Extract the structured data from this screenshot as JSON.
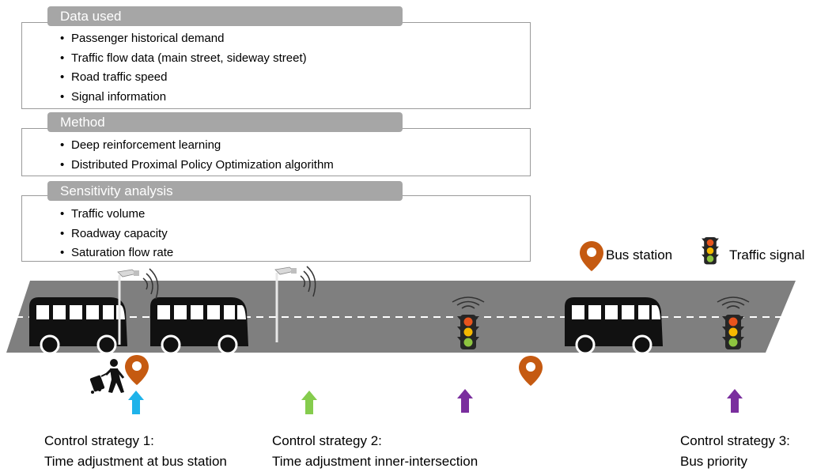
{
  "panels": [
    {
      "title": "Data used",
      "items": [
        "Passenger historical demand",
        "Traffic flow data (main street, sideway street)",
        "Road traffic speed",
        "Signal information"
      ]
    },
    {
      "title": "Method",
      "items": [
        "Deep reinforcement learning",
        "Distributed Proximal Policy Optimization algorithm"
      ]
    },
    {
      "title": "Sensitivity analysis",
      "items": [
        "Traffic volume",
        "Roadway capacity",
        "Saturation flow rate"
      ]
    }
  ],
  "legend": {
    "bus_station": "Bus station",
    "traffic_signal": "Traffic signal"
  },
  "strategies": [
    {
      "line1": "Control strategy 1:",
      "line2": "Time adjustment at bus station",
      "arrow_color": "#1fb3ea"
    },
    {
      "line1": "Control strategy 2:",
      "line2": "Time adjustment inner-intersection",
      "arrow_color": "#85cc4d"
    },
    {
      "line1": "Control strategy 3:",
      "line2": "Bus priority",
      "arrow_color": "#7a2e9e"
    }
  ],
  "colors": {
    "road": "#7f7f7f",
    "panel_header": "#a6a6a6",
    "station_marker": "#c55a11",
    "signal_red": "#e8541d",
    "signal_yellow": "#f5b800",
    "signal_green": "#8dc43f",
    "bus": "#111111"
  },
  "icons": [
    "bus-icon",
    "camera-pole-icon",
    "traffic-signal-icon",
    "location-pin-icon",
    "traveler-with-luggage-icon",
    "up-arrow-icon"
  ]
}
